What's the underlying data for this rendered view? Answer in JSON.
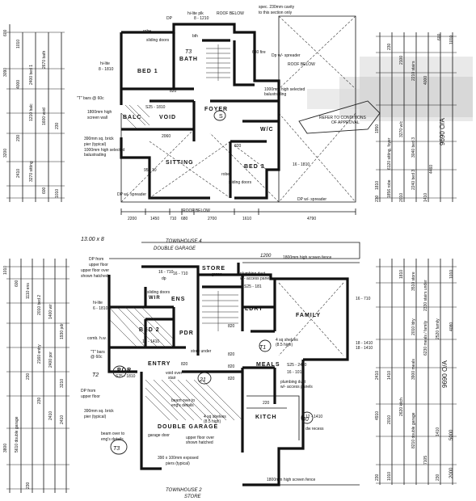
{
  "upper_floor": {
    "rooms": [
      "BED 1",
      "BATH",
      "BALC",
      "VOID",
      "FOYER",
      "W/C",
      "SITTING",
      "BED 3"
    ],
    "labels": [
      "robe",
      "bth",
      "sliding doors",
      "hi-lite",
      "8 - 1810",
      "1800mm high",
      "screen wall",
      "DP",
      "hi-lite plk",
      "8 - 1210",
      "ROOF BELOW",
      "spec. 230mm cavity",
      "to this section only",
      "Dp w/- spreader",
      "ROOF BELOW",
      "1000mm high selected",
      "balustrading",
      "\"T\" bars @ 60c",
      "S25 - 1810",
      "820",
      "390mm sq. brick",
      "pier (typical)",
      "1000mm high selected",
      "balustrading",
      "2060",
      "16 - 1810",
      "robe",
      "sliding doors",
      "820",
      "95 - 10",
      "DP w/- spreader",
      "DP w/- spreader",
      "ROOF BELOW",
      "REFER TO CONDITIONS",
      "OF APPROVAL",
      "S",
      "630 fire"
    ],
    "dims_bottom": [
      "2200",
      "1450",
      "710",
      "680",
      "2700",
      "1610",
      "4790"
    ]
  },
  "lower_floor": {
    "rooms": [
      "ENS",
      "BED 2",
      "WIR",
      "PDR",
      "ENTRY",
      "POR",
      "STORE",
      "LDRY",
      "FAMILY",
      "MEALS",
      "KITCH",
      "DOUBLE GARAGE"
    ],
    "labels": [
      "TOWNHOUSE 4",
      "DOUBLE GARAGE",
      "1800mm high screen fence",
      "DP from",
      "upper floor",
      "upper floor over",
      "shown hatched",
      "dp",
      "16 - 710",
      "grano",
      "plumbing duct",
      "w/- access panels",
      "S25 - 181",
      "sliding doors",
      "hi-lite",
      "6 - 1810",
      "comb. h.w.",
      "16 - 1410",
      "store under",
      "\"T\" bars",
      "@ 60c",
      "S25 - 1810",
      "820",
      "void over",
      "stair",
      "DP from",
      "upper floor",
      "390mm sq. brick",
      "pier (typical)",
      "beam over to",
      "eng's details",
      "beam over to",
      "eng's details",
      "garage door",
      "4 sq shelves",
      "(8.5 high)",
      "upper floor over",
      "shown hatched",
      "390 x 100mm exposed",
      "piers (typical)",
      "S25 - 2410",
      "16 - 1010",
      "plumbing duct",
      "w/- access panels",
      "12 - 1410",
      "dw recess",
      "18 - 1410",
      "16 - 710",
      "4 sq shelves",
      "(8.5 high)",
      "16 - 710",
      "18 - 1410",
      "1800mm high screen fence",
      "TOWNHOUSE 2",
      "STORE",
      "820",
      "820",
      "820",
      "820",
      "220"
    ]
  },
  "left_dims_upper": [
    "600",
    "1010",
    "3090",
    "4000",
    "2400 bed 1",
    "2670 bath",
    "1210 balc",
    "1600 void",
    "230",
    "3200",
    "230",
    "2410",
    "3270 sitting",
    "600",
    "1010"
  ],
  "right_dims_upper": [
    "600",
    "1010",
    "230",
    "2100",
    "2210 stairs",
    "4000",
    "9690 O/A",
    "1950",
    "6120 sitting, foyer",
    "3270 w/c",
    "3040 bed 3",
    "2240 bed 3",
    "4460",
    "1810",
    "1856 robe",
    "230",
    "2010",
    "1410"
  ],
  "left_dims_lower": [
    "1010",
    "600",
    "1110 ens",
    "2010 bed 2",
    "1400 wir",
    "1930 pdr",
    "2160 entry",
    "2400 por",
    "230",
    "5610 double garage",
    "3800",
    "230",
    "2410",
    "2410",
    "3210",
    "230"
  ],
  "right_dims_lower": [
    "1010",
    "1810",
    "3510 store",
    "2330 stairs under",
    "2010 ldry",
    "2520 family",
    "4080",
    "9690 O/A",
    "6230 meals / family",
    "3900 meals",
    "2620 kitch",
    "8210 double garage",
    "4910",
    "2010",
    "5000",
    "2000",
    "2410",
    "1410",
    "230",
    "1010",
    "7105",
    "1410",
    "230"
  ],
  "handwritten": [
    "13.00 x 8",
    "1200",
    "T2",
    "T1",
    "21",
    "T3",
    "40",
    "T3"
  ]
}
